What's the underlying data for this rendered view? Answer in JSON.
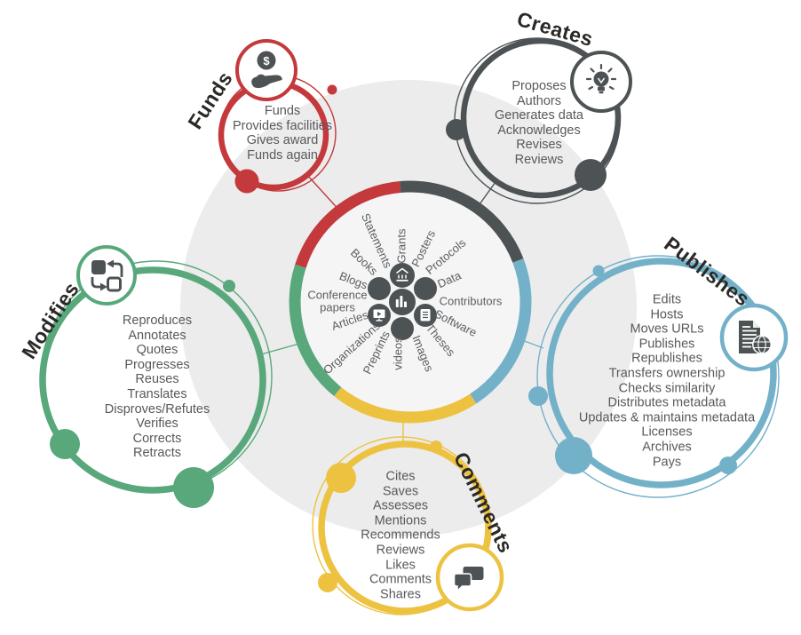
{
  "colors": {
    "red": "#C4393B",
    "dark": "#4D5254",
    "green": "#58A87C",
    "blue": "#73B1C9",
    "yellow": "#EDC240",
    "bgcircle": "#ECECED",
    "hubfill": "#F5F5F6",
    "text": "#58595B",
    "title": "#2B2926",
    "hublabel": "#5D5E60"
  },
  "hub": {
    "labels": [
      "Statements",
      "Grants",
      "Posters",
      "Protocols",
      "Data",
      "Contributors",
      "Software",
      "Theses",
      "Images",
      "videos",
      "Preprints",
      "Organizations",
      "Articles",
      "Conference\npapers",
      "Blogs",
      "Books"
    ],
    "center_icons": [
      "bank-icon",
      "bar-chart-icon",
      "video-screen-icon",
      "document-icon"
    ]
  },
  "groups": [
    {
      "id": "funds",
      "title": "Funds",
      "color": "#C4393B",
      "icon": "hand-coin-icon",
      "items": [
        "Funds",
        "Provides facilities",
        "Gives award",
        "Funds again"
      ]
    },
    {
      "id": "creates",
      "title": "Creates",
      "color": "#4D5254",
      "icon": "lightbulb-icon",
      "items": [
        "Proposes",
        "Authors",
        "Generates data",
        "Acknowledges",
        "Revises",
        "Reviews"
      ]
    },
    {
      "id": "publishes",
      "title": "Publishes",
      "color": "#73B1C9",
      "icon": "document-globe-icon",
      "items": [
        "Edits",
        "Hosts",
        "Moves URLs",
        "Publishes",
        "Republishes",
        "Transfers ownership",
        "Checks similarity",
        "Distributes metadata",
        "Updates & maintains metadata",
        "Licenses",
        "Archives",
        "Pays"
      ]
    },
    {
      "id": "modifies",
      "title": "Modifies",
      "color": "#58A87C",
      "icon": "swap-squares-icon",
      "items": [
        "Reproduces",
        "Annotates",
        "Quotes",
        "Progresses",
        "Reuses",
        "Translates",
        "Disproves/Refutes",
        "Verifies",
        "Corrects",
        "Retracts"
      ]
    },
    {
      "id": "comments",
      "title": "Comments",
      "color": "#EDC240",
      "icon": "speech-bubbles-icon",
      "items": [
        "Cites",
        "Saves",
        "Assesses",
        "Mentions",
        "Recommends",
        "Reviews",
        "Likes",
        "Comments",
        "Shares"
      ]
    }
  ]
}
